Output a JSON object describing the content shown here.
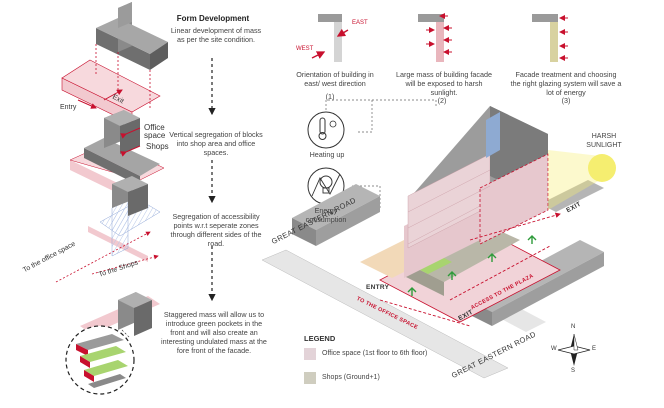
{
  "steps": {
    "title": "Form Development",
    "s1": "Linear development of mass as per the site condition.",
    "s2": "Vertical segregation of blocks into shop area and office spaces.",
    "s3": "Segregation of accessibility points w.r.t seperate zones through different sides of the road.",
    "s4": "Staggered mass will allow us to introduce green pockets in the front and will also create an interesting undulated mass at the fore front of the facade."
  },
  "left_labels": {
    "entry": "Entry",
    "exit": "Exit",
    "office": "Office space",
    "shops": "Shops",
    "to_office": "To the office space",
    "to_shops": "To the Shops"
  },
  "orientation": {
    "east": "EAST",
    "west": "WEST",
    "cap1": "Orientation of building in east/ west direction",
    "num1": "(1)",
    "cap2": "Large mass of building facade will be exposed to harsh sunlight.",
    "num2": "(2)",
    "cap3": "Facade treatment and choosing the right glazing system will save a lot of energy",
    "num3": "(3)"
  },
  "energy": {
    "heating": "Heating up",
    "consumption": "Energy consumption"
  },
  "site": {
    "sunlight": "HARSH SUNLIGHT",
    "road1": "GREAT EASTERN ROAD",
    "road2": "GREAT EASTERN ROAD",
    "entry": "ENTRY",
    "exit1": "EXIT",
    "exit2": "EXIT",
    "to_office": "TO THE OFFICE SPACE",
    "to_plaza": "ACCESS TO THE PLAZA"
  },
  "legend": {
    "title": "LEGEND",
    "office": "Office space (1st floor to 6th floor)",
    "shops": "Shops (Ground+1)",
    "office_color": "#e3d3d8",
    "shops_color": "#cfcdbf"
  },
  "compass": {
    "n": "N",
    "s": "S",
    "e": "E",
    "w": "W"
  },
  "colors": {
    "mass": "#7a7a7a",
    "mass_top": "#9a9a9a",
    "accent": "#c8102e",
    "green": "#a8d46f",
    "arrow_green": "#2e9b3a"
  }
}
